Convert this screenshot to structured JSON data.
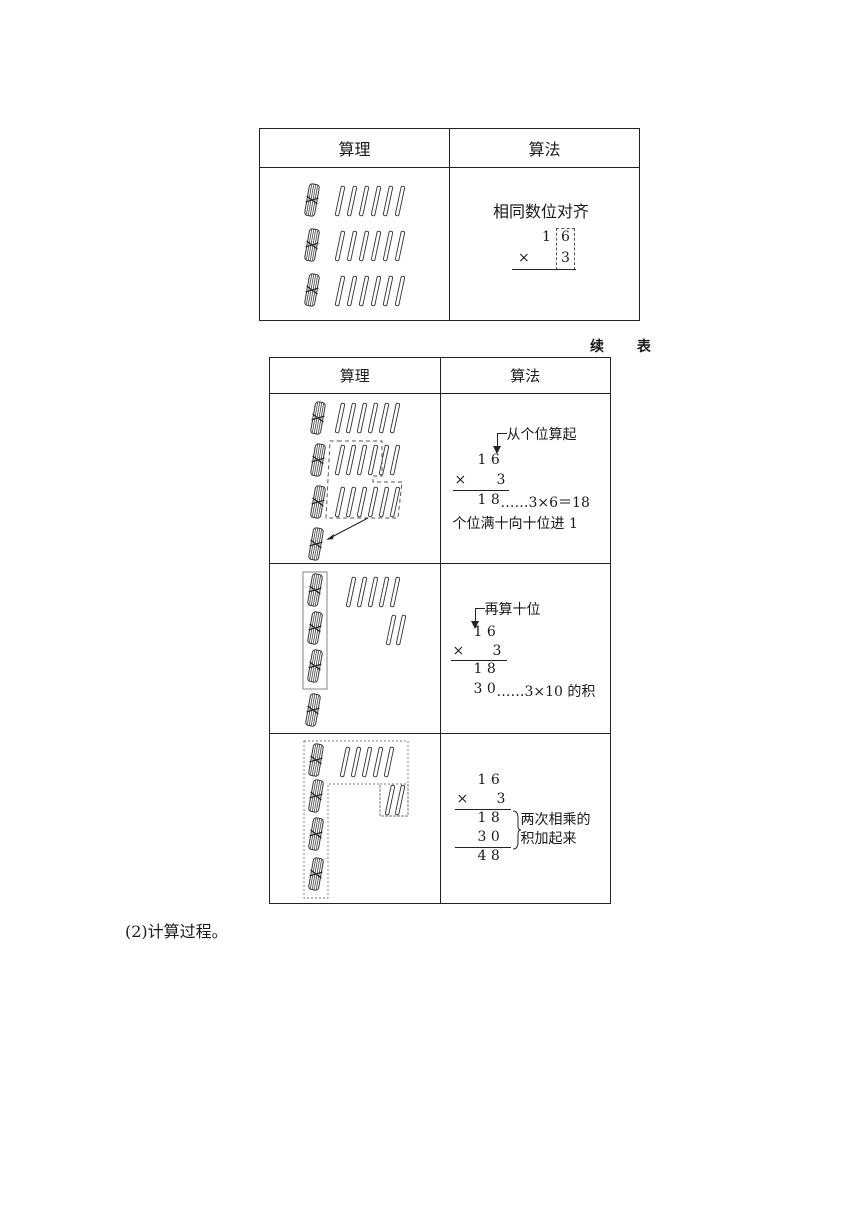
{
  "table1": {
    "header": [
      "算理",
      "算法"
    ],
    "calc_title": "相同数位对齐",
    "num_top": [
      "1",
      "6"
    ],
    "times": "×",
    "num_bottom": "3"
  },
  "continued_label": "续 表",
  "table2": {
    "header": [
      "算理",
      "算法"
    ],
    "rows": [
      {
        "arrow_note": "从个位算起",
        "lines": [
          "1 6",
          "3",
          "1 8"
        ],
        "times": "×",
        "product_note": "……3×6＝18",
        "carry_note": "个位满十向十位进 1"
      },
      {
        "arrow_note": "再算十位",
        "lines": [
          "1 6",
          "3",
          "1 8",
          "3 0"
        ],
        "times": "×",
        "product_note": "……3×10 的积"
      },
      {
        "lines": [
          "1 6",
          "3",
          "1 8",
          "3 0",
          "4 8"
        ],
        "times": "×",
        "brace_note_1": "两次相乘的",
        "brace_note_2": "积加起来"
      }
    ]
  },
  "section_label": "(2)计算过程。"
}
